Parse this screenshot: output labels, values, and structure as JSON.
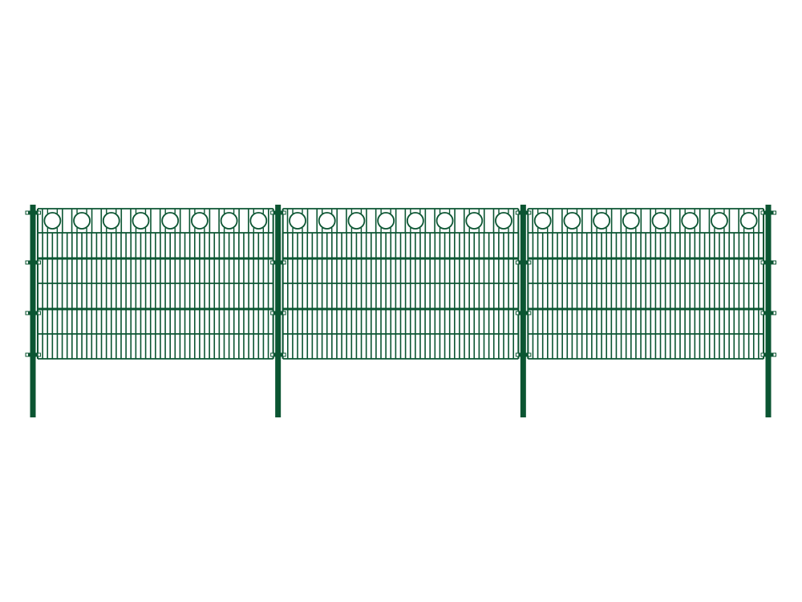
{
  "colors": {
    "fence": "#0b5532",
    "background": "#ffffff",
    "clip": "#ffffff"
  },
  "fence": {
    "panels": 3,
    "posts": 4,
    "rings_per_panel": 8,
    "clips_per_post": 4
  }
}
